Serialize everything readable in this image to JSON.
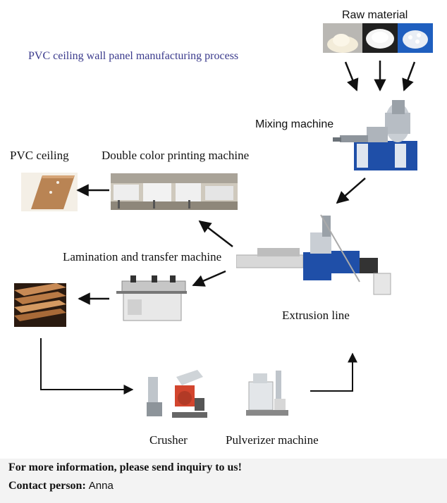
{
  "title": "PVC ceiling wall panel manufacturing process",
  "nodes": {
    "raw_material": "Raw material",
    "mixing": "Mixing machine",
    "pvc_ceiling": "PVC ceiling",
    "printing": "Double color printing  machine",
    "lamination": "Lamination and transfer machine",
    "extrusion": "Extrusion line",
    "crusher": "Crusher",
    "pulverizer": "Pulverizer machine"
  },
  "footer": {
    "line1": "For more information, please send inquiry to us!",
    "contact_label": "Contact person:",
    "contact_name": "Anna"
  },
  "colors": {
    "title": "#3a3a8c",
    "machine_blue": "#1f4fa8",
    "arrow": "#111111"
  }
}
